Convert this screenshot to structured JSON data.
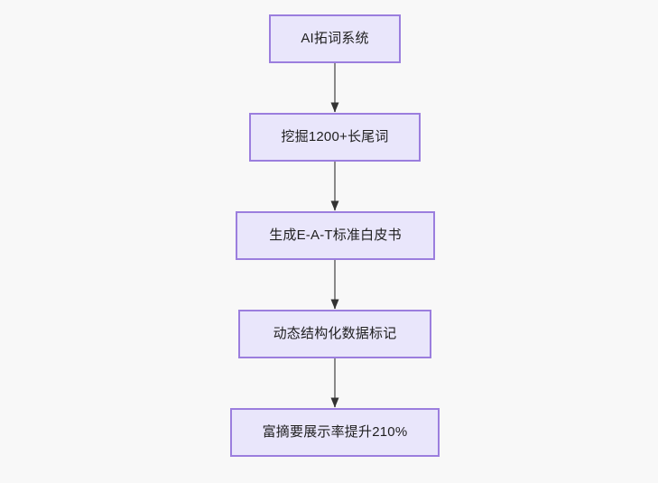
{
  "diagram": {
    "type": "flowchart",
    "direction": "top-to-bottom",
    "background_color": "#f8f8f8",
    "node_fill_color": "#e9e6fb",
    "node_border_color": "#9b7ede",
    "node_text_color": "#1f1f1f",
    "edge_line_color": "#8a8a8a",
    "edge_arrow_color": "#333333",
    "nodes": [
      {
        "id": "n1",
        "label": "AI拓词系统"
      },
      {
        "id": "n2",
        "label": "挖掘1200+长尾词"
      },
      {
        "id": "n3",
        "label": "生成E-A-T标准白皮书"
      },
      {
        "id": "n4",
        "label": "动态结构化数据标记"
      },
      {
        "id": "n5",
        "label": "富摘要展示率提升210%"
      }
    ],
    "edges": [
      {
        "from": "n1",
        "to": "n2",
        "label": ""
      },
      {
        "from": "n2",
        "to": "n3",
        "label": ""
      },
      {
        "from": "n3",
        "to": "n4",
        "label": ""
      },
      {
        "from": "n4",
        "to": "n5",
        "label": ""
      }
    ]
  }
}
